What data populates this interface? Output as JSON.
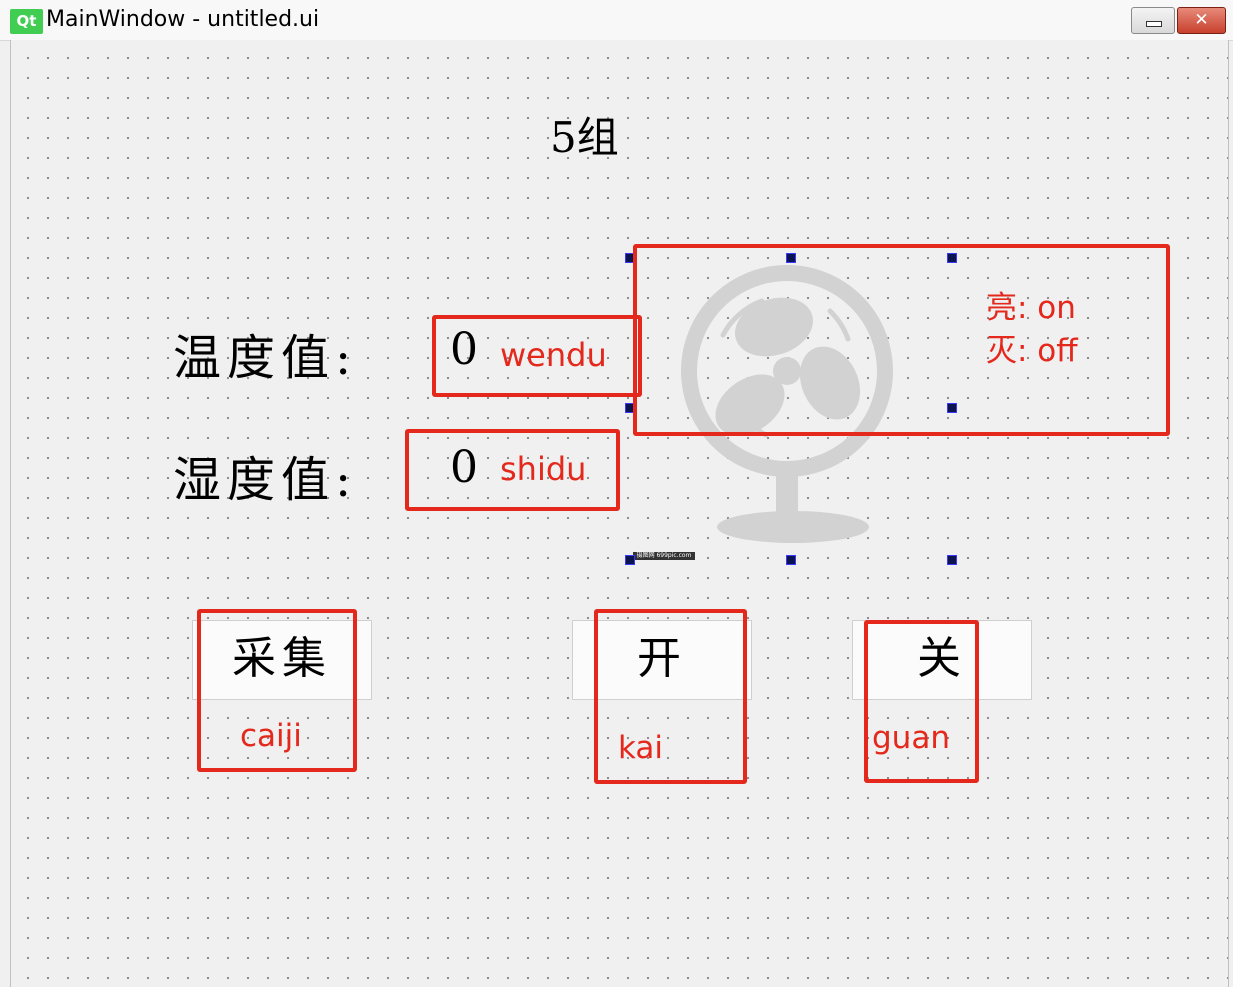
{
  "window": {
    "logo": "Qt",
    "title": "MainWindow - untitled.ui",
    "minimize_icon": "minimize-icon",
    "close_glyph": "✕"
  },
  "form": {
    "group_title": "5组",
    "temperature": {
      "label": "温度值:",
      "value": "0",
      "annotation": "wendu"
    },
    "humidity": {
      "label": "湿度值:",
      "value": "0",
      "annotation": "shidu"
    },
    "fan": {
      "icon": "fan-icon",
      "annotation_on": "亮: on",
      "annotation_off": "灭: off",
      "watermark": "摄图网 699pic.com"
    },
    "buttons": {
      "collect": {
        "label": "采集",
        "annotation": "caiji"
      },
      "open": {
        "label": "开",
        "annotation": "kai"
      },
      "close": {
        "label": "关",
        "annotation": "guan"
      }
    }
  },
  "colors": {
    "annotation_red": "#e5281c",
    "qt_green": "#41cd52",
    "fan_gray": "#d2d2d2"
  }
}
